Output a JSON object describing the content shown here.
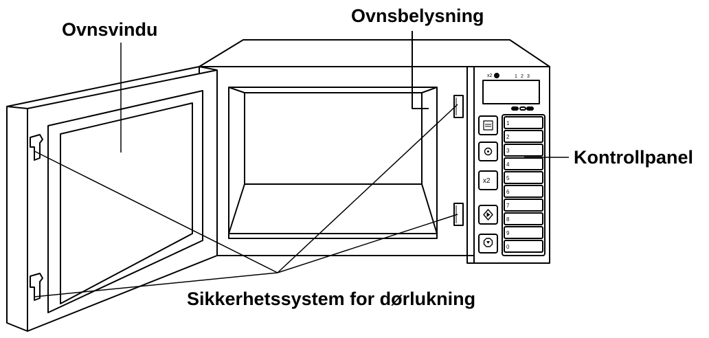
{
  "labels": {
    "oven_window": "Ovnsvindu",
    "oven_light": "Ovnsbelysning",
    "control_panel": "Kontrollpanel",
    "door_safety": "Sikkerhetssystem for dørlukning"
  },
  "panel": {
    "display_x2": "x2",
    "display_digits": [
      "1",
      "2",
      "3"
    ],
    "side_button_x2": "x2",
    "number_keys": [
      "1",
      "2",
      "3",
      "4",
      "5",
      "6",
      "7",
      "8",
      "9",
      "0"
    ]
  },
  "colors": {
    "stroke": "#000000",
    "background": "#ffffff"
  }
}
